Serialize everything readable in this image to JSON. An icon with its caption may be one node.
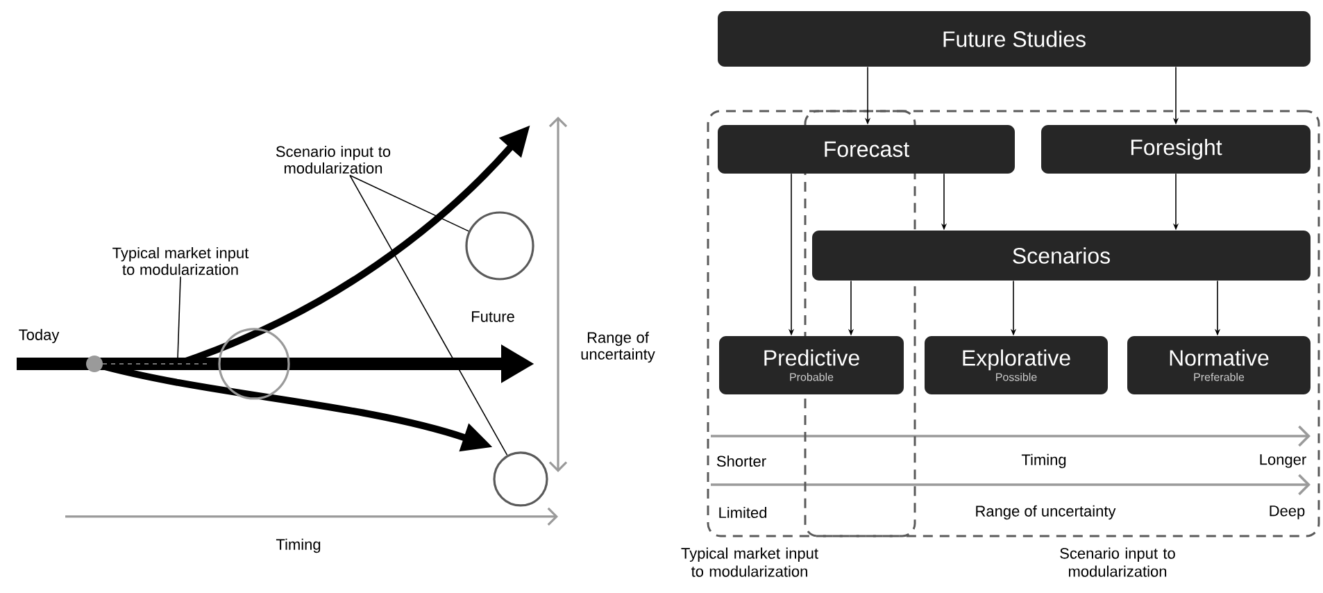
{
  "diagram": {
    "nodes": [
      {
        "text": [
          "Typical market input to modularization"
        ]
      },
      {
        "text": [
          "Scenario input to modularization"
        ]
      },
      {
        "text": [],
        "shape": "circle"
      },
      {
        "text": [],
        "shape": "circle"
      },
      {
        "text": [],
        "shape": "circle"
      },
      {
        "text": [
          "Future Studies"
        ]
      },
      {
        "text": [
          "Typical market input to modularization"
        ]
      },
      {
        "text": [
          "Scenario input to modularization"
        ]
      },
      {
        "text": [
          "Forecast"
        ]
      },
      {
        "text": [
          "Foresight"
        ],
        "in": 7
      },
      {
        "text": [
          "Scenarios"
        ],
        "in": 7
      },
      {
        "text": [
          "Predictive",
          "Probable"
        ],
        "in": 6
      },
      {
        "text": [
          "Explorative",
          "Possible"
        ],
        "in": 7
      },
      {
        "text": [
          "Normative",
          "Preferable"
        ],
        "in": 7
      }
    ],
    "edges": [
      {
        "from": 0,
        "to": null,
        "arrow": "none"
      },
      {
        "from": 1,
        "to": 2,
        "arrow": "none"
      },
      {
        "from": 1,
        "to": 4,
        "arrow": "none"
      },
      {
        "from": 5,
        "to": 8,
        "arrow": "to"
      },
      {
        "from": 5,
        "to": 9,
        "arrow": "to"
      },
      {
        "from": 8,
        "to": 10,
        "arrow": "to"
      },
      {
        "from": 9,
        "to": 10,
        "arrow": "to"
      },
      {
        "from": 8,
        "to": 11,
        "arrow": "to"
      },
      {
        "from": 10,
        "to": 11,
        "arrow": "to"
      },
      {
        "from": 10,
        "to": 12,
        "arrow": "to"
      },
      {
        "from": 10,
        "to": 13,
        "arrow": "to"
      }
    ],
    "labels": [
      "Today",
      "Future",
      "Range of uncertainty",
      "Timing",
      "Shorter",
      "Timing",
      "Longer",
      "Limited",
      "Range of uncertainty",
      "Deep"
    ]
  }
}
